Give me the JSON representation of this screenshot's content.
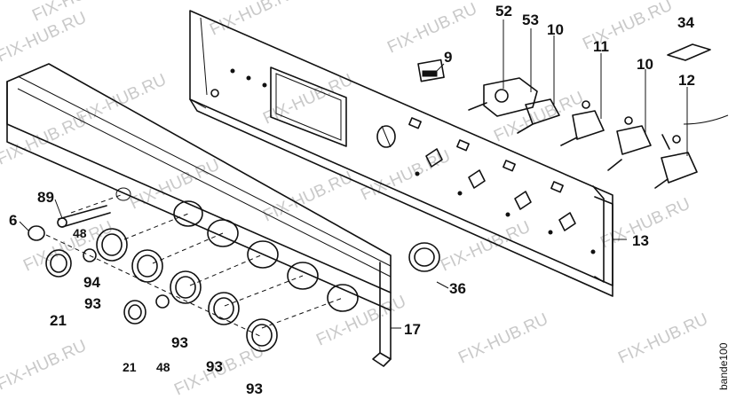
{
  "watermark": "FIX-HUB.RU",
  "diagram_code": "bande100",
  "callouts": {
    "c6": "6",
    "c9": "9",
    "c10a": "10",
    "c10b": "10",
    "c11": "11",
    "c12": "12",
    "c13": "13",
    "c17": "17",
    "c21a": "21",
    "c21b": "21",
    "c34": "34",
    "c36": "36",
    "c48a": "48",
    "c48b": "48",
    "c52": "52",
    "c53": "53",
    "c89": "89",
    "c93a": "93",
    "c93b": "93",
    "c93c": "93",
    "c93d": "93",
    "c94": "94"
  }
}
